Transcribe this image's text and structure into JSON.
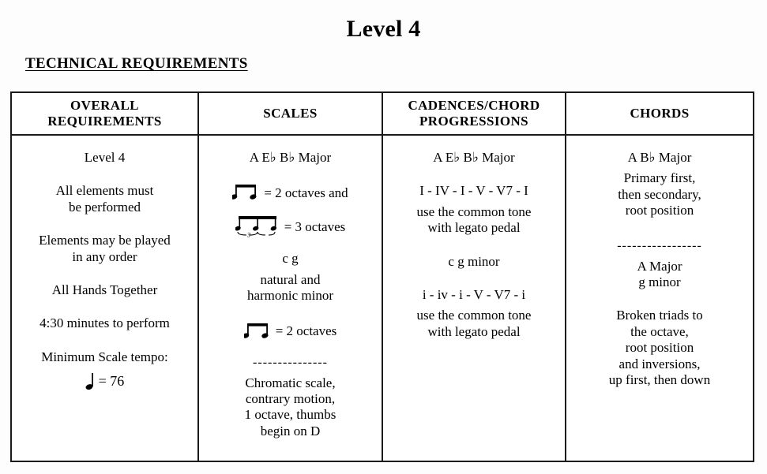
{
  "document": {
    "title": "Level 4",
    "section_heading": "TECHNICAL REQUIREMENTS"
  },
  "table": {
    "headers": [
      "OVERALL\nREQUIREMENTS",
      "SCALES",
      "CADENCES/CHORD\nPROGRESSIONS",
      "CHORDS"
    ],
    "columns": {
      "overall_requirements": {
        "level": "Level 4",
        "all_elements": "All elements must\nbe performed",
        "any_order": "Elements may be played\nin any order",
        "hands_together": "All Hands Together",
        "duration": "4:30 minutes to perform",
        "tempo_label": "Minimum Scale tempo:",
        "tempo_value": "= 76",
        "tempo_note_icon": "quarter-note"
      },
      "scales": {
        "major_keys": "A  E♭  B♭  Major",
        "two_octaves_major": "= 2 octaves and",
        "two_octaves_major_icon": "beamed-eighth-note-pair",
        "three_octaves": "= 3 octaves",
        "three_octaves_icon": "beamed-triplet",
        "minor_keys": "c  g",
        "minor_type": "natural and\nharmonic minor",
        "two_octaves_minor": "= 2 octaves",
        "two_octaves_minor_icon": "beamed-eighth-note-pair",
        "separator": "---------------",
        "chromatic": "Chromatic scale,\ncontrary motion,\n1 octave, thumbs\nbegin on D"
      },
      "cadences": {
        "major_keys": "A  E♭  B♭  Major",
        "major_progression": "I - IV - I - V - V7 - I",
        "major_instruction": "use the common tone\nwith legato pedal",
        "minor_keys": "c  g  minor",
        "minor_progression": "i - iv - i - V - V7 - i",
        "minor_instruction": "use the common tone\nwith legato pedal"
      },
      "chords": {
        "major_keys": "A  B♭  Major",
        "major_detail": "Primary first,\nthen secondary,\nroot position",
        "separator": "-----------------",
        "second_keys": "A Major\ng minor",
        "broken_triads": "Broken triads to\nthe octave,\nroot position\nand inversions,\nup first, then down"
      }
    }
  }
}
